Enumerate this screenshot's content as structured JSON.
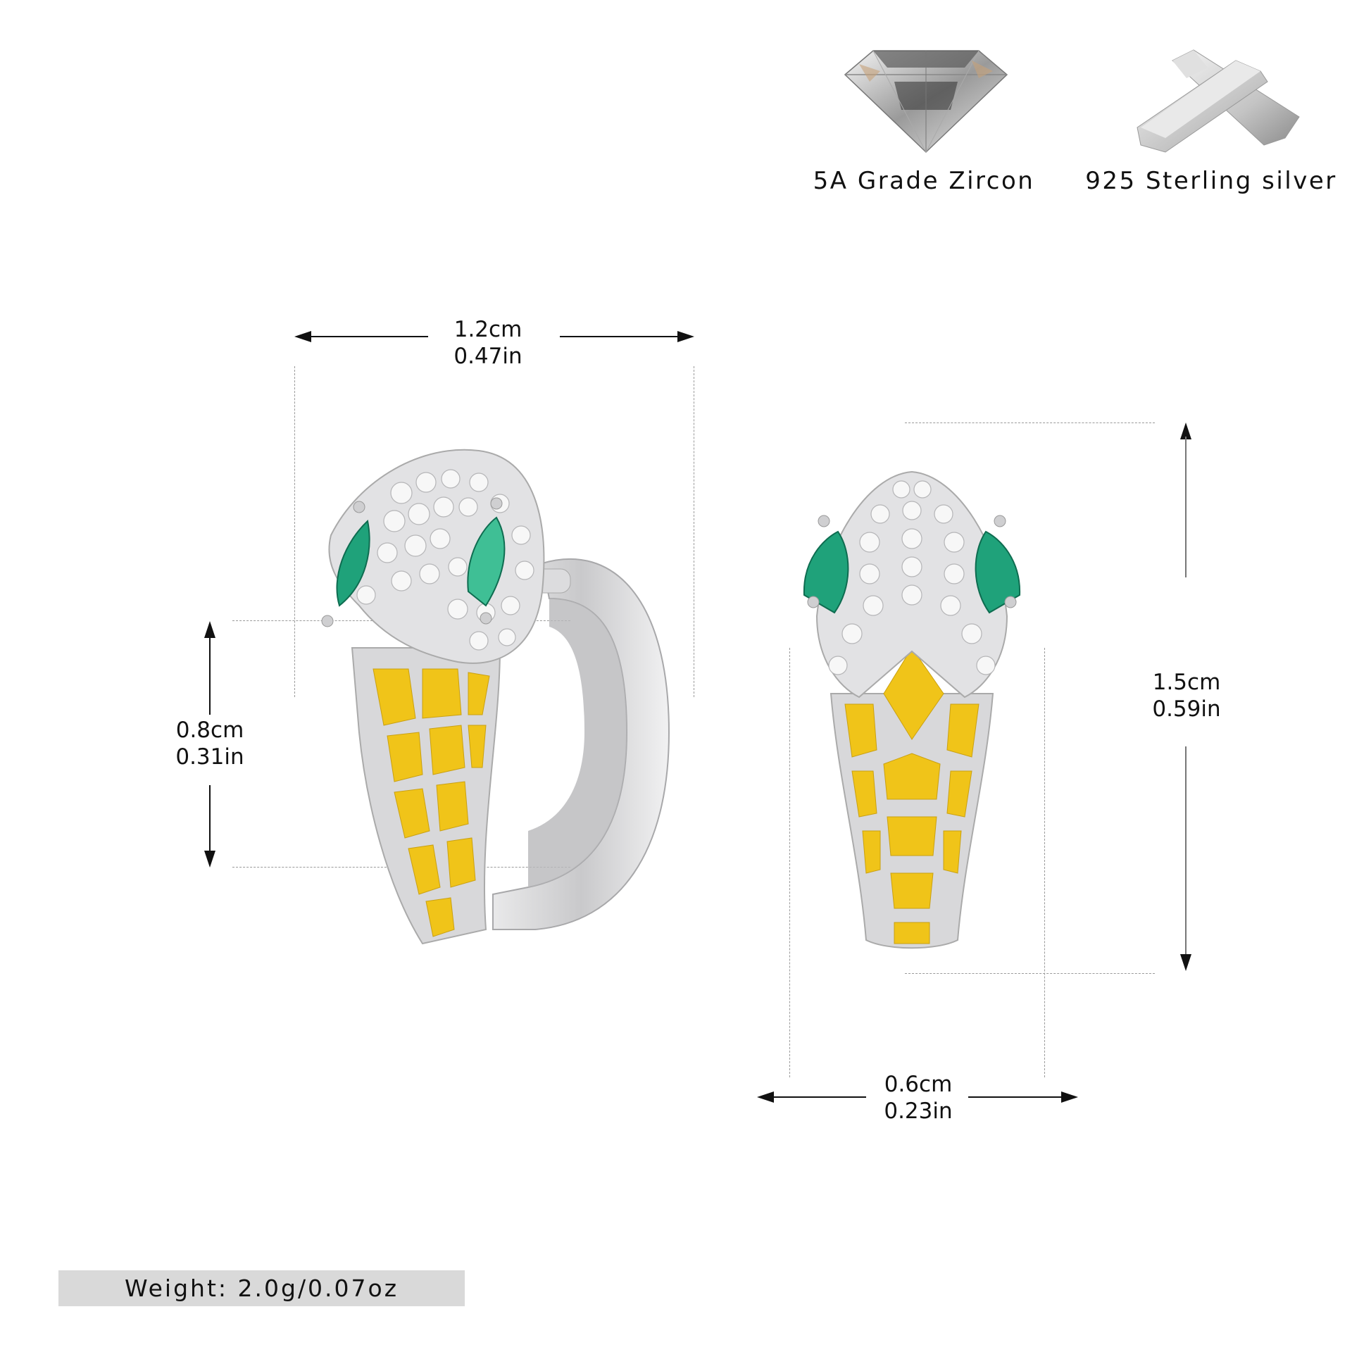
{
  "features": [
    {
      "icon": "zircon-gem-icon",
      "label": "5A Grade Zircon"
    },
    {
      "icon": "silver-bars-icon",
      "label": "925 Sterling silver"
    }
  ],
  "dimensions": {
    "hoop_width": {
      "cm": "1.2cm",
      "in": "0.47in"
    },
    "hoop_inner_height": {
      "cm": "0.8cm",
      "in": "0.31in"
    },
    "front_height": {
      "cm": "1.5cm",
      "in": "0.59in"
    },
    "front_width": {
      "cm": "0.6cm",
      "in": "0.23in"
    }
  },
  "weight": "Weight: 2.0g/0.07oz",
  "colors": {
    "enamel_yellow": "#f0c419",
    "silver": "#d6d6d8",
    "emerald": "#1fa27a",
    "weight_bg": "#d9d9d9"
  }
}
